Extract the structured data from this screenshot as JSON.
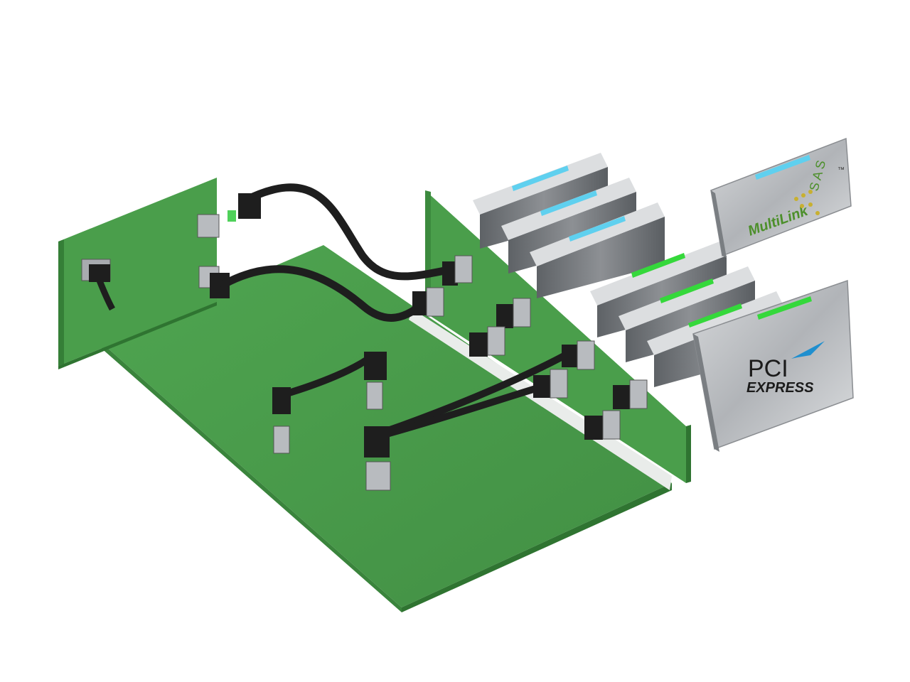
{
  "labels": {
    "multilink": "MultiLink",
    "sas": "S A S",
    "tm": "™",
    "pci": "PCI",
    "express": "EXPRESS"
  },
  "colors": {
    "board": "#4a9e4b",
    "board_dark": "#3c8a3e",
    "board_edge": "#2f7431",
    "drive": "#b9bcc0",
    "drive_dark": "#6e7276",
    "sas_stripe": "#5fd0ef",
    "pcie_stripe": "#35d83b",
    "cable": "#1e1e1e",
    "pcie_logo_blue": "#1f8fcf",
    "multilink_green": "#4c8f2a",
    "multilink_yellow": "#c8b030"
  }
}
